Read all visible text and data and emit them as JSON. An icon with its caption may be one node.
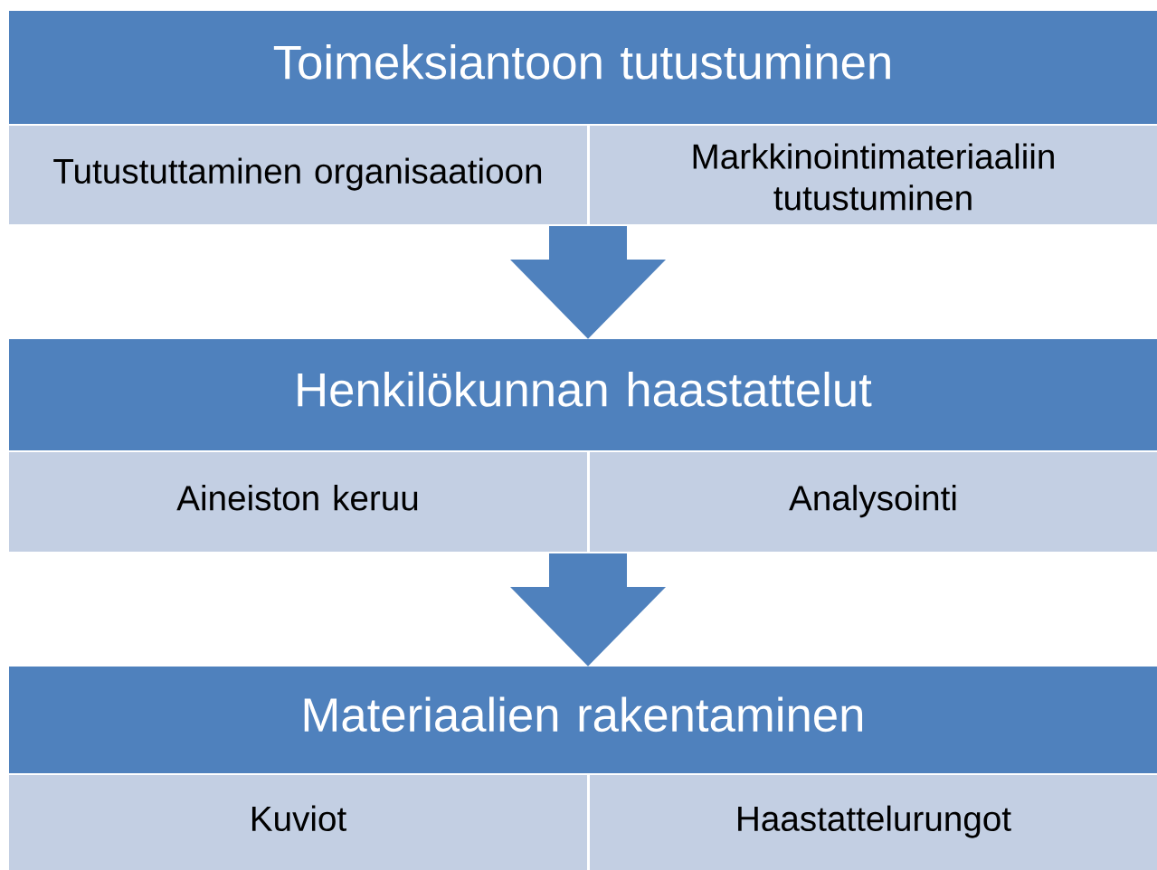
{
  "diagram": {
    "nodes": [
      {
        "text": [
          "Toimeksiantoon tutustuminen"
        ]
      },
      {
        "text": [
          "Tutustuttaminen organisaatioon"
        ]
      },
      {
        "text": [
          "Markkinointimateriaaliin tutustuminen"
        ]
      },
      {
        "text": [
          "Henkilökunnan haastattelut"
        ]
      },
      {
        "text": [
          "Aineiston keruu"
        ]
      },
      {
        "text": [
          "Analysointi"
        ]
      },
      {
        "text": [
          "Materiaalien rakentaminen"
        ]
      },
      {
        "text": [
          "Kuviot"
        ]
      },
      {
        "text": [
          "Haastattelurungot"
        ]
      }
    ],
    "edges": [
      {
        "from": 0,
        "to": 3,
        "arrow": "to"
      },
      {
        "from": 3,
        "to": 6,
        "arrow": "to"
      }
    ]
  }
}
